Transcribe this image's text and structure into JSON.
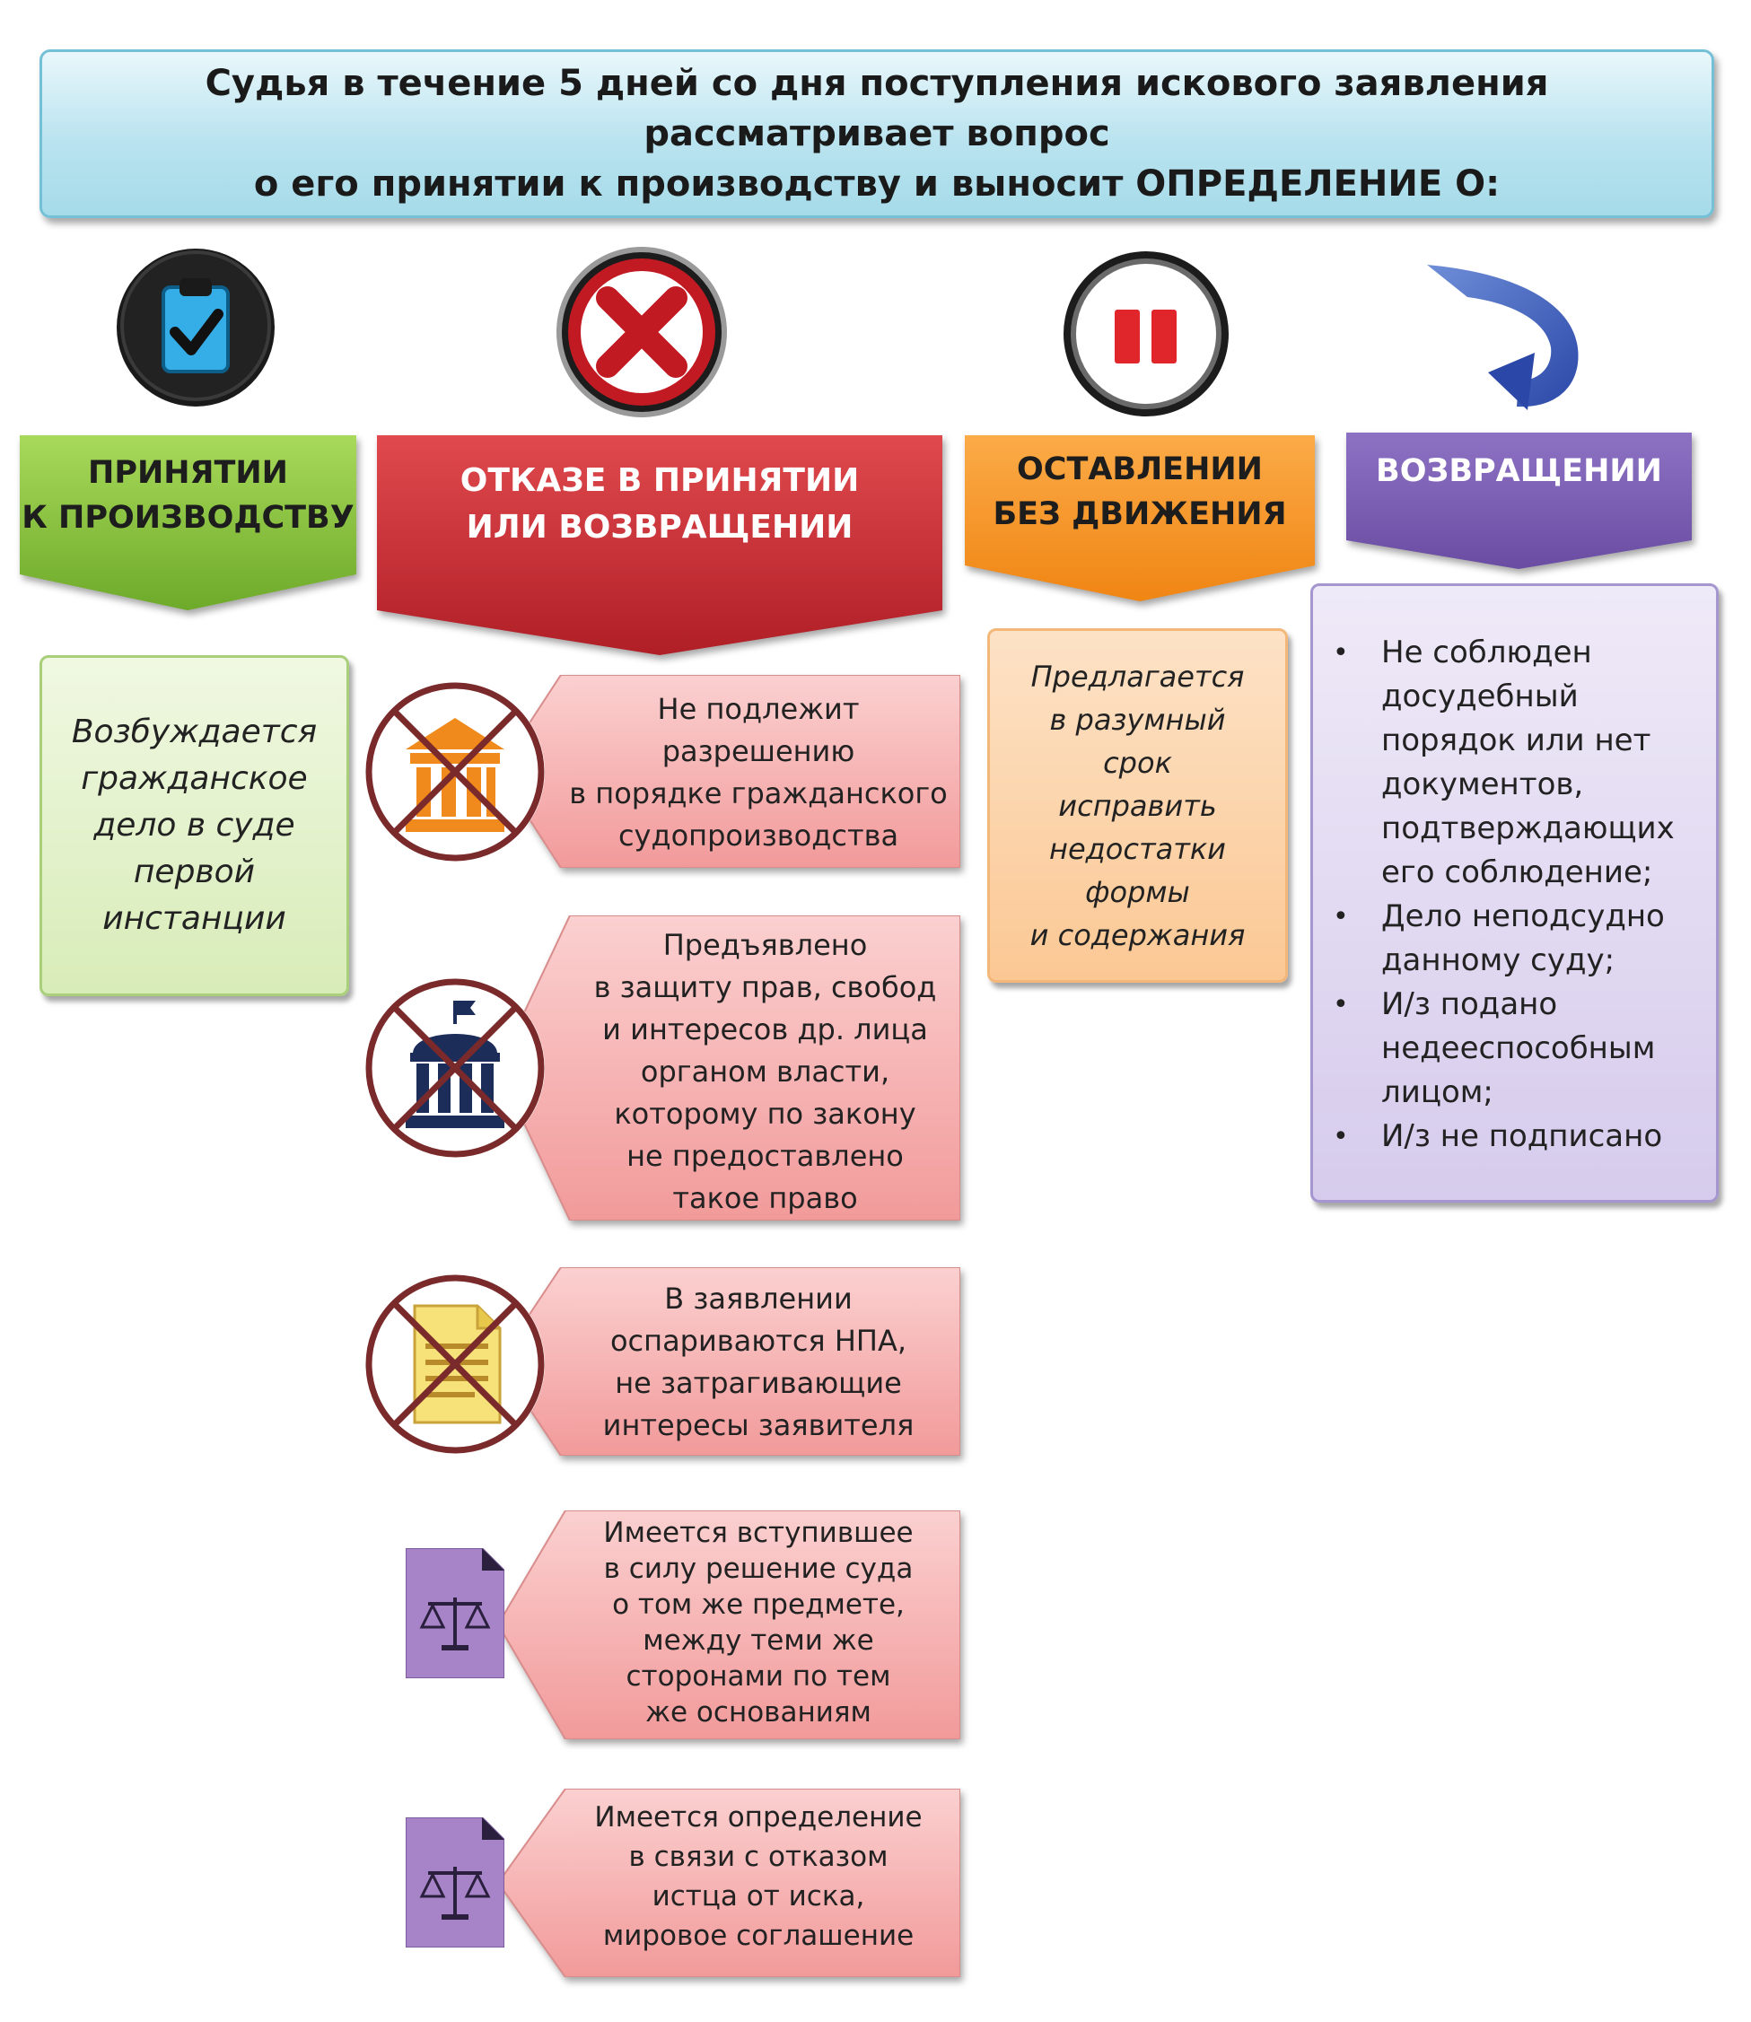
{
  "header": {
    "text": "Судья в течение 5 дней со дня поступления искового заявления рассматривает вопрос\nо его принятии к производству и выносит ОПРЕДЕЛЕНИЕ О:"
  },
  "colors": {
    "green": "#8cc63f",
    "red": "#c0282e",
    "orange": "#f7941d",
    "purple": "#7b5fb0",
    "pink": "#f6b6b6"
  },
  "categories": [
    {
      "id": "accept",
      "label": "ПРИНЯТИИ\nК ПРОИЗВОДСТВУ",
      "icon": "clipboard-check-icon"
    },
    {
      "id": "refuse",
      "label": "ОТКАЗЕ В ПРИНЯТИИ\nИЛИ  ВОЗВРАЩЕНИИ",
      "icon": "red-x-icon"
    },
    {
      "id": "leave",
      "label": "ОСТАВЛЕНИИ\nБЕЗ ДВИЖЕНИЯ",
      "icon": "pause-icon"
    },
    {
      "id": "return",
      "label": "ВОЗВРАЩЕНИИ",
      "icon": "curved-arrow-icon"
    }
  ],
  "accept_box": {
    "text": "Возбуждается\nгражданское\nдело в суде\nпервой\nинстанции"
  },
  "leave_box": {
    "text": "Предлагается\nв разумный\nсрок\nисправить\nнедостатки\nформы\nи содержания"
  },
  "return_box": {
    "items": [
      "Не соблюден\nдосудебный\nпорядок или нет\nдокументов,\nподтверждающих\nего соблюдение;",
      "Дело неподсудно\nданному суду;",
      "И/з подано\nнедееспособным\nлицом;",
      "И/з не подписано"
    ]
  },
  "refuse_reasons": [
    {
      "text": "Не подлежит\nразрешению\nв порядке гражданского\nсудопроизводства",
      "icon": "crossed-court-building-icon"
    },
    {
      "text": "Предъявлено\nв защиту прав, свобод\nи интересов др. лица\nорганом власти,\nкоторому по закону\nне предоставлено\nтакое право",
      "icon": "crossed-government-building-icon"
    },
    {
      "text": "В заявлении\nоспариваются НПА,\nне затрагивающие\nинтересы заявителя",
      "icon": "crossed-document-icon"
    },
    {
      "text": "Имеется вступившее\nв силу решение суда\nо том же предмете,\nмежду теми же\nсторонами по тем\nже основаниям",
      "icon": "scales-document-icon"
    },
    {
      "text": "Имеется определение\nв связи с отказом\nистца от иска,\nмировое соглашение",
      "icon": "scales-document-icon"
    }
  ]
}
